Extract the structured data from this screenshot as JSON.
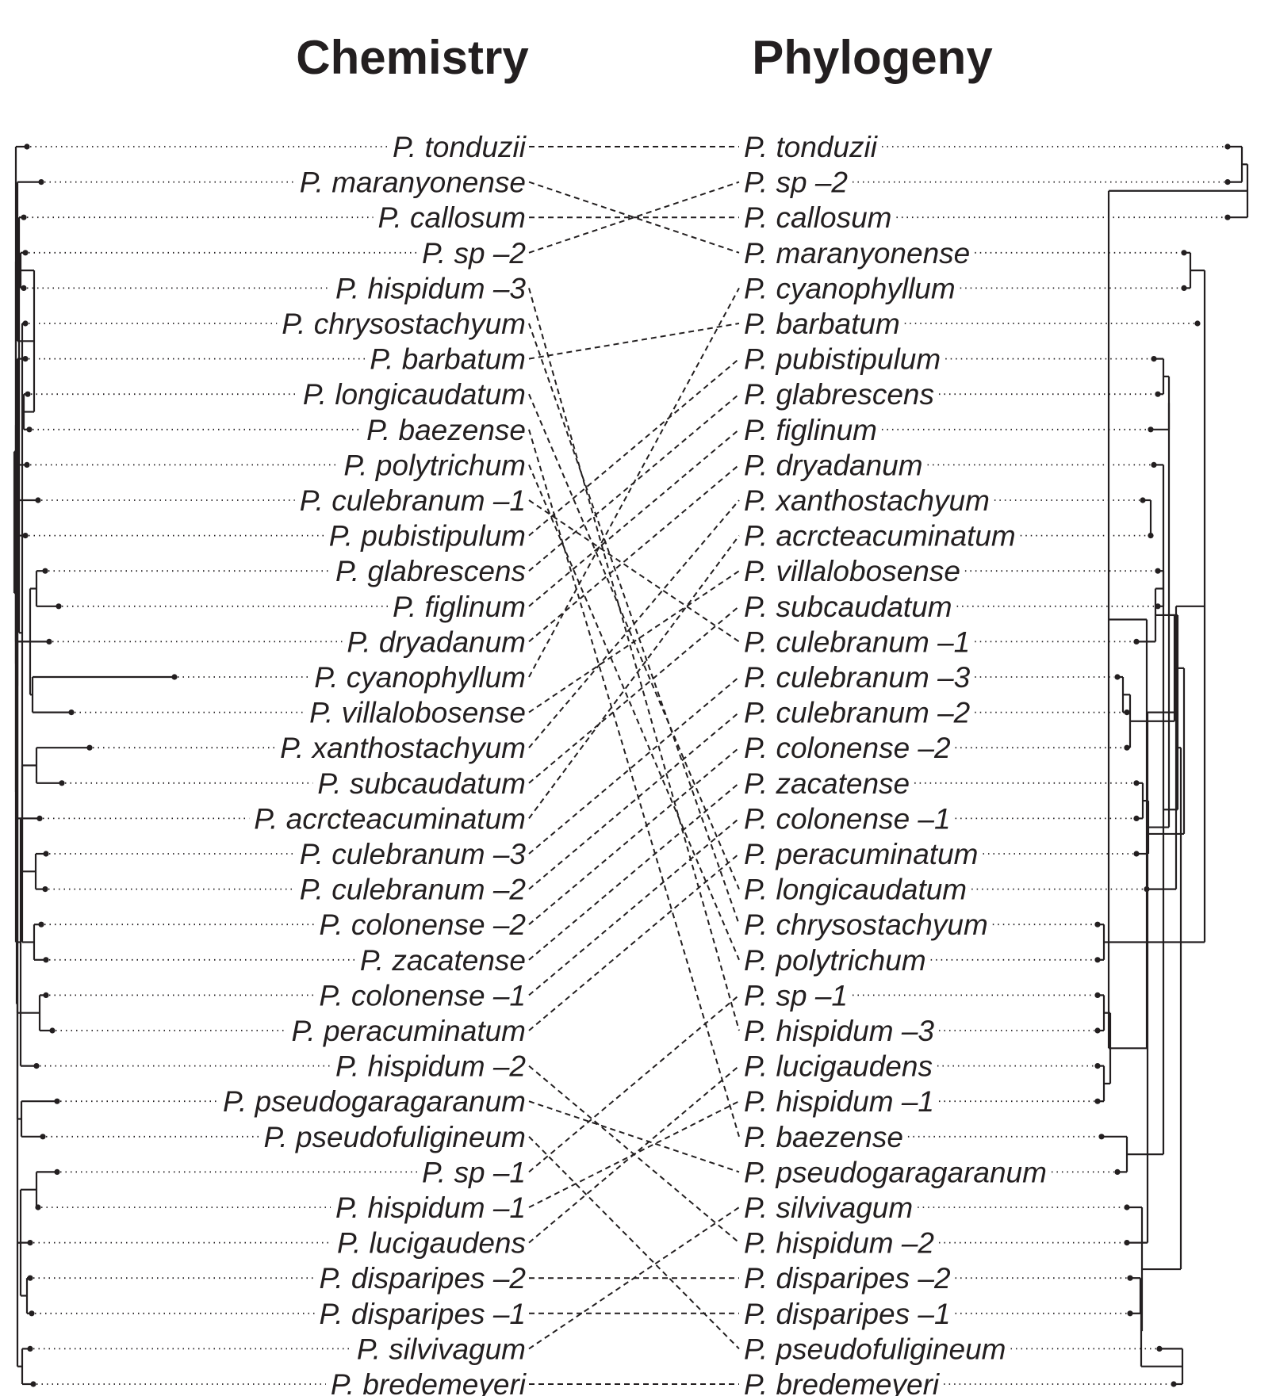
{
  "titles": {
    "left": "Chemistry",
    "right": "Phylogeny"
  },
  "left_taxa": [
    "P. tonduzii",
    "P. maranyonense",
    "P. callosum",
    "P. sp –2",
    "P. hispidum –3",
    "P. chrysostachyum",
    "P. barbatum",
    "P. longicaudatum",
    "P. baezense",
    "P. polytrichum",
    "P. culebranum –1",
    "P. pubistipulum",
    "P. glabrescens",
    "P. figlinum",
    "P. dryadanum",
    "P. cyanophyllum",
    "P. villalobosense",
    "P. xanthostachyum",
    "P. subcaudatum",
    "P. acrcteacuminatum",
    "P. culebranum –3",
    "P. culebranum –2",
    "P. colonense –2",
    "P. zacatense",
    "P. colonense –1",
    "P. peracuminatum",
    "P. hispidum –2",
    "P. pseudogaragaranum",
    "P. pseudofuligineum",
    "P. sp –1",
    "P. hispidum –1",
    "P. lucigaudens",
    "P. disparipes –2",
    "P. disparipes –1",
    "P. silvivagum",
    "P. bredemeyeri"
  ],
  "right_taxa": [
    "P. tonduzii",
    "P. sp –2",
    "P. callosum",
    "P. maranyonense",
    "P. cyanophyllum",
    "P. barbatum",
    "P. pubistipulum",
    "P. glabrescens",
    "P. figlinum",
    "P. dryadanum",
    "P. xanthostachyum",
    "P. acrcteacuminatum",
    "P. villalobosense",
    "P. subcaudatum",
    "P. culebranum –1",
    "P. culebranum –3",
    "P. culebranum –2",
    "P. colonense –2",
    "P. zacatense",
    "P. colonense –1",
    "P. peracuminatum",
    "P. longicaudatum",
    "P. chrysostachyum",
    "P. polytrichum",
    "P. sp –1",
    "P. hispidum –3",
    "P. lucigaudens",
    "P. hispidum –1",
    "P. baezense",
    "P. pseudogaragaranum",
    "P. silvivagum",
    "P. hispidum –2",
    "P. disparipes –2",
    "P. disparipes –1",
    "P. pseudofuligineum",
    "P. bredemeyeri"
  ]
}
